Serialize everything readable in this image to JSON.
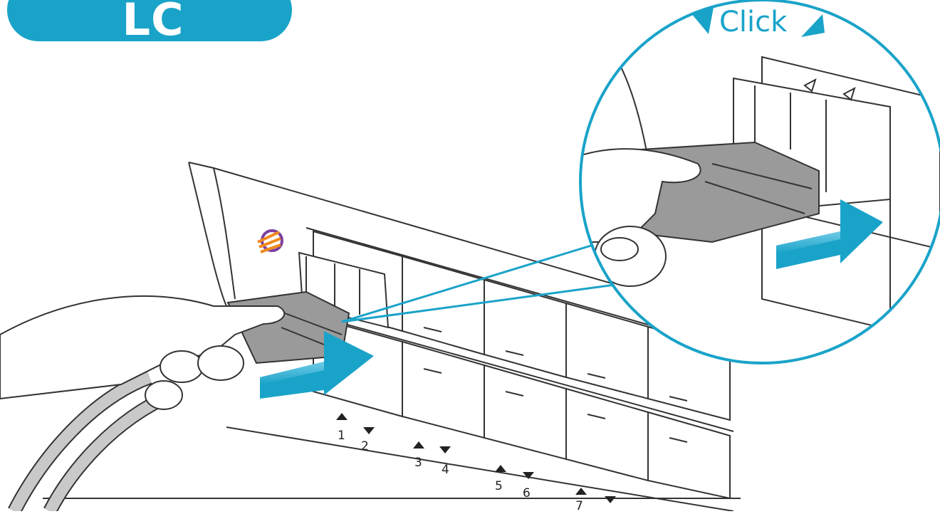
{
  "title": "LC",
  "click_label": "Click",
  "port_numbers": [
    "1",
    "2",
    "3",
    "4",
    "5",
    "6",
    "7"
  ],
  "colors": {
    "accent": "#1aa3c9",
    "connector": "#9a9a9a",
    "line": "#333333"
  },
  "icons": [
    "logo-icon",
    "insert-arrow-icon",
    "click-tick-icon"
  ]
}
